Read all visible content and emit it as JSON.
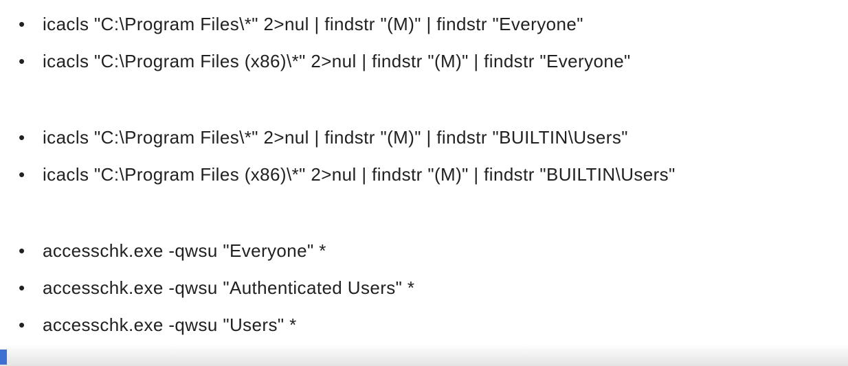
{
  "page": {
    "background": "#ffffff",
    "text_color": "#212121"
  },
  "bullet_glyph": "•",
  "groups": [
    {
      "items": [
        "icacls \"C:\\Program Files\\*\" 2>nul | findstr \"(M)\" | findstr \"Everyone\"",
        "icacls \"C:\\Program Files (x86)\\*\" 2>nul | findstr \"(M)\" | findstr \"Everyone\""
      ]
    },
    {
      "items": [
        "icacls \"C:\\Program Files\\*\" 2>nul | findstr \"(M)\" | findstr \"BUILTIN\\Users\"",
        "icacls \"C:\\Program Files (x86)\\*\" 2>nul | findstr \"(M)\" | findstr \"BUILTIN\\Users\""
      ]
    },
    {
      "items": [
        "accesschk.exe -qwsu \"Everyone\" *",
        "accesschk.exe -qwsu \"Authenticated Users\" *",
        "accesschk.exe -qwsu \"Users\" *"
      ]
    }
  ],
  "footer": {
    "accent_color": "#3f6fd1",
    "bar_top_color": "#fdfdfd",
    "bar_bottom_color": "#e4e4e4"
  }
}
